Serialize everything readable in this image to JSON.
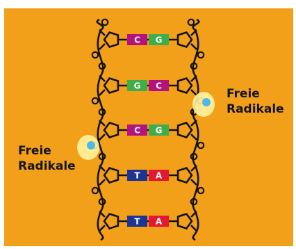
{
  "colors": {
    "background": "#f2a019",
    "strand": "#111111",
    "cytosine": "#b5127e",
    "guanine": "#3fae4a",
    "thymine": "#1e3494",
    "adenine": "#e3192f",
    "radical_dot": "#4fb8e8",
    "radical_glow": "#fff3a0"
  },
  "base_pairs": [
    {
      "left": "C",
      "right": "G",
      "left_color": "#b5127e",
      "right_color": "#3fae4a"
    },
    {
      "left": "G",
      "right": "C",
      "left_color": "#3fae4a",
      "right_color": "#b5127e"
    },
    {
      "left": "C",
      "right": "G",
      "left_color": "#b5127e",
      "right_color": "#3fae4a"
    },
    {
      "left": "T",
      "right": "A",
      "left_color": "#1e3494",
      "right_color": "#e3192f"
    },
    {
      "left": "T",
      "right": "A",
      "left_color": "#1e3494",
      "right_color": "#e3192f"
    }
  ],
  "labels": {
    "right_radical": {
      "line1": "Freie",
      "line2": "Radikale"
    },
    "left_radical": {
      "line1": "Freie",
      "line2": "Radikale"
    }
  }
}
